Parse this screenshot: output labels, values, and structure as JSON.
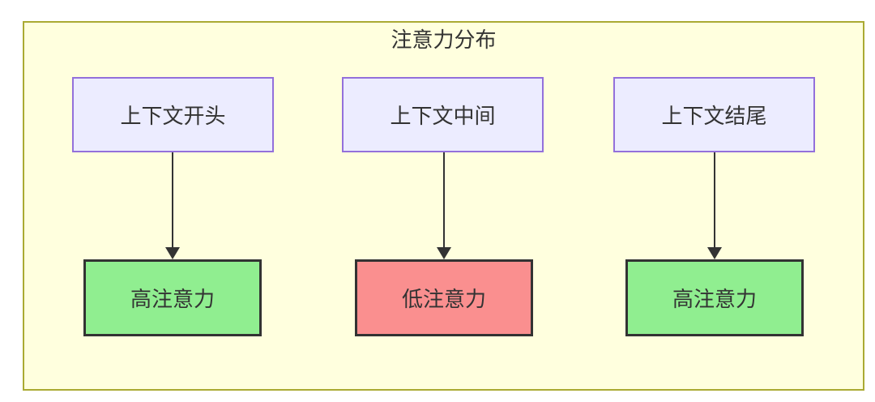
{
  "diagram": {
    "title": "注意力分布",
    "top_nodes": [
      {
        "label": "上下文开头"
      },
      {
        "label": "上下文中间"
      },
      {
        "label": "上下文结尾"
      }
    ],
    "bottom_nodes": [
      {
        "label": "高注意力",
        "type": "high"
      },
      {
        "label": "低注意力",
        "type": "low"
      },
      {
        "label": "高注意力",
        "type": "high"
      }
    ],
    "edges": [
      {
        "from": "上下文开头",
        "to": "高注意力"
      },
      {
        "from": "上下文中间",
        "to": "低注意力"
      },
      {
        "from": "上下文结尾",
        "to": "高注意力"
      }
    ],
    "colors": {
      "page_bg": "#ffffff",
      "container_fill": "#ffffde",
      "container_border": "#aaaa33",
      "node_fill": "#ececff",
      "node_border": "#9370db",
      "high_fill": "#90ee90",
      "low_fill": "#fa8f8f",
      "emph_border": "#333333",
      "arrow": "#333333",
      "text": "#333333"
    }
  }
}
